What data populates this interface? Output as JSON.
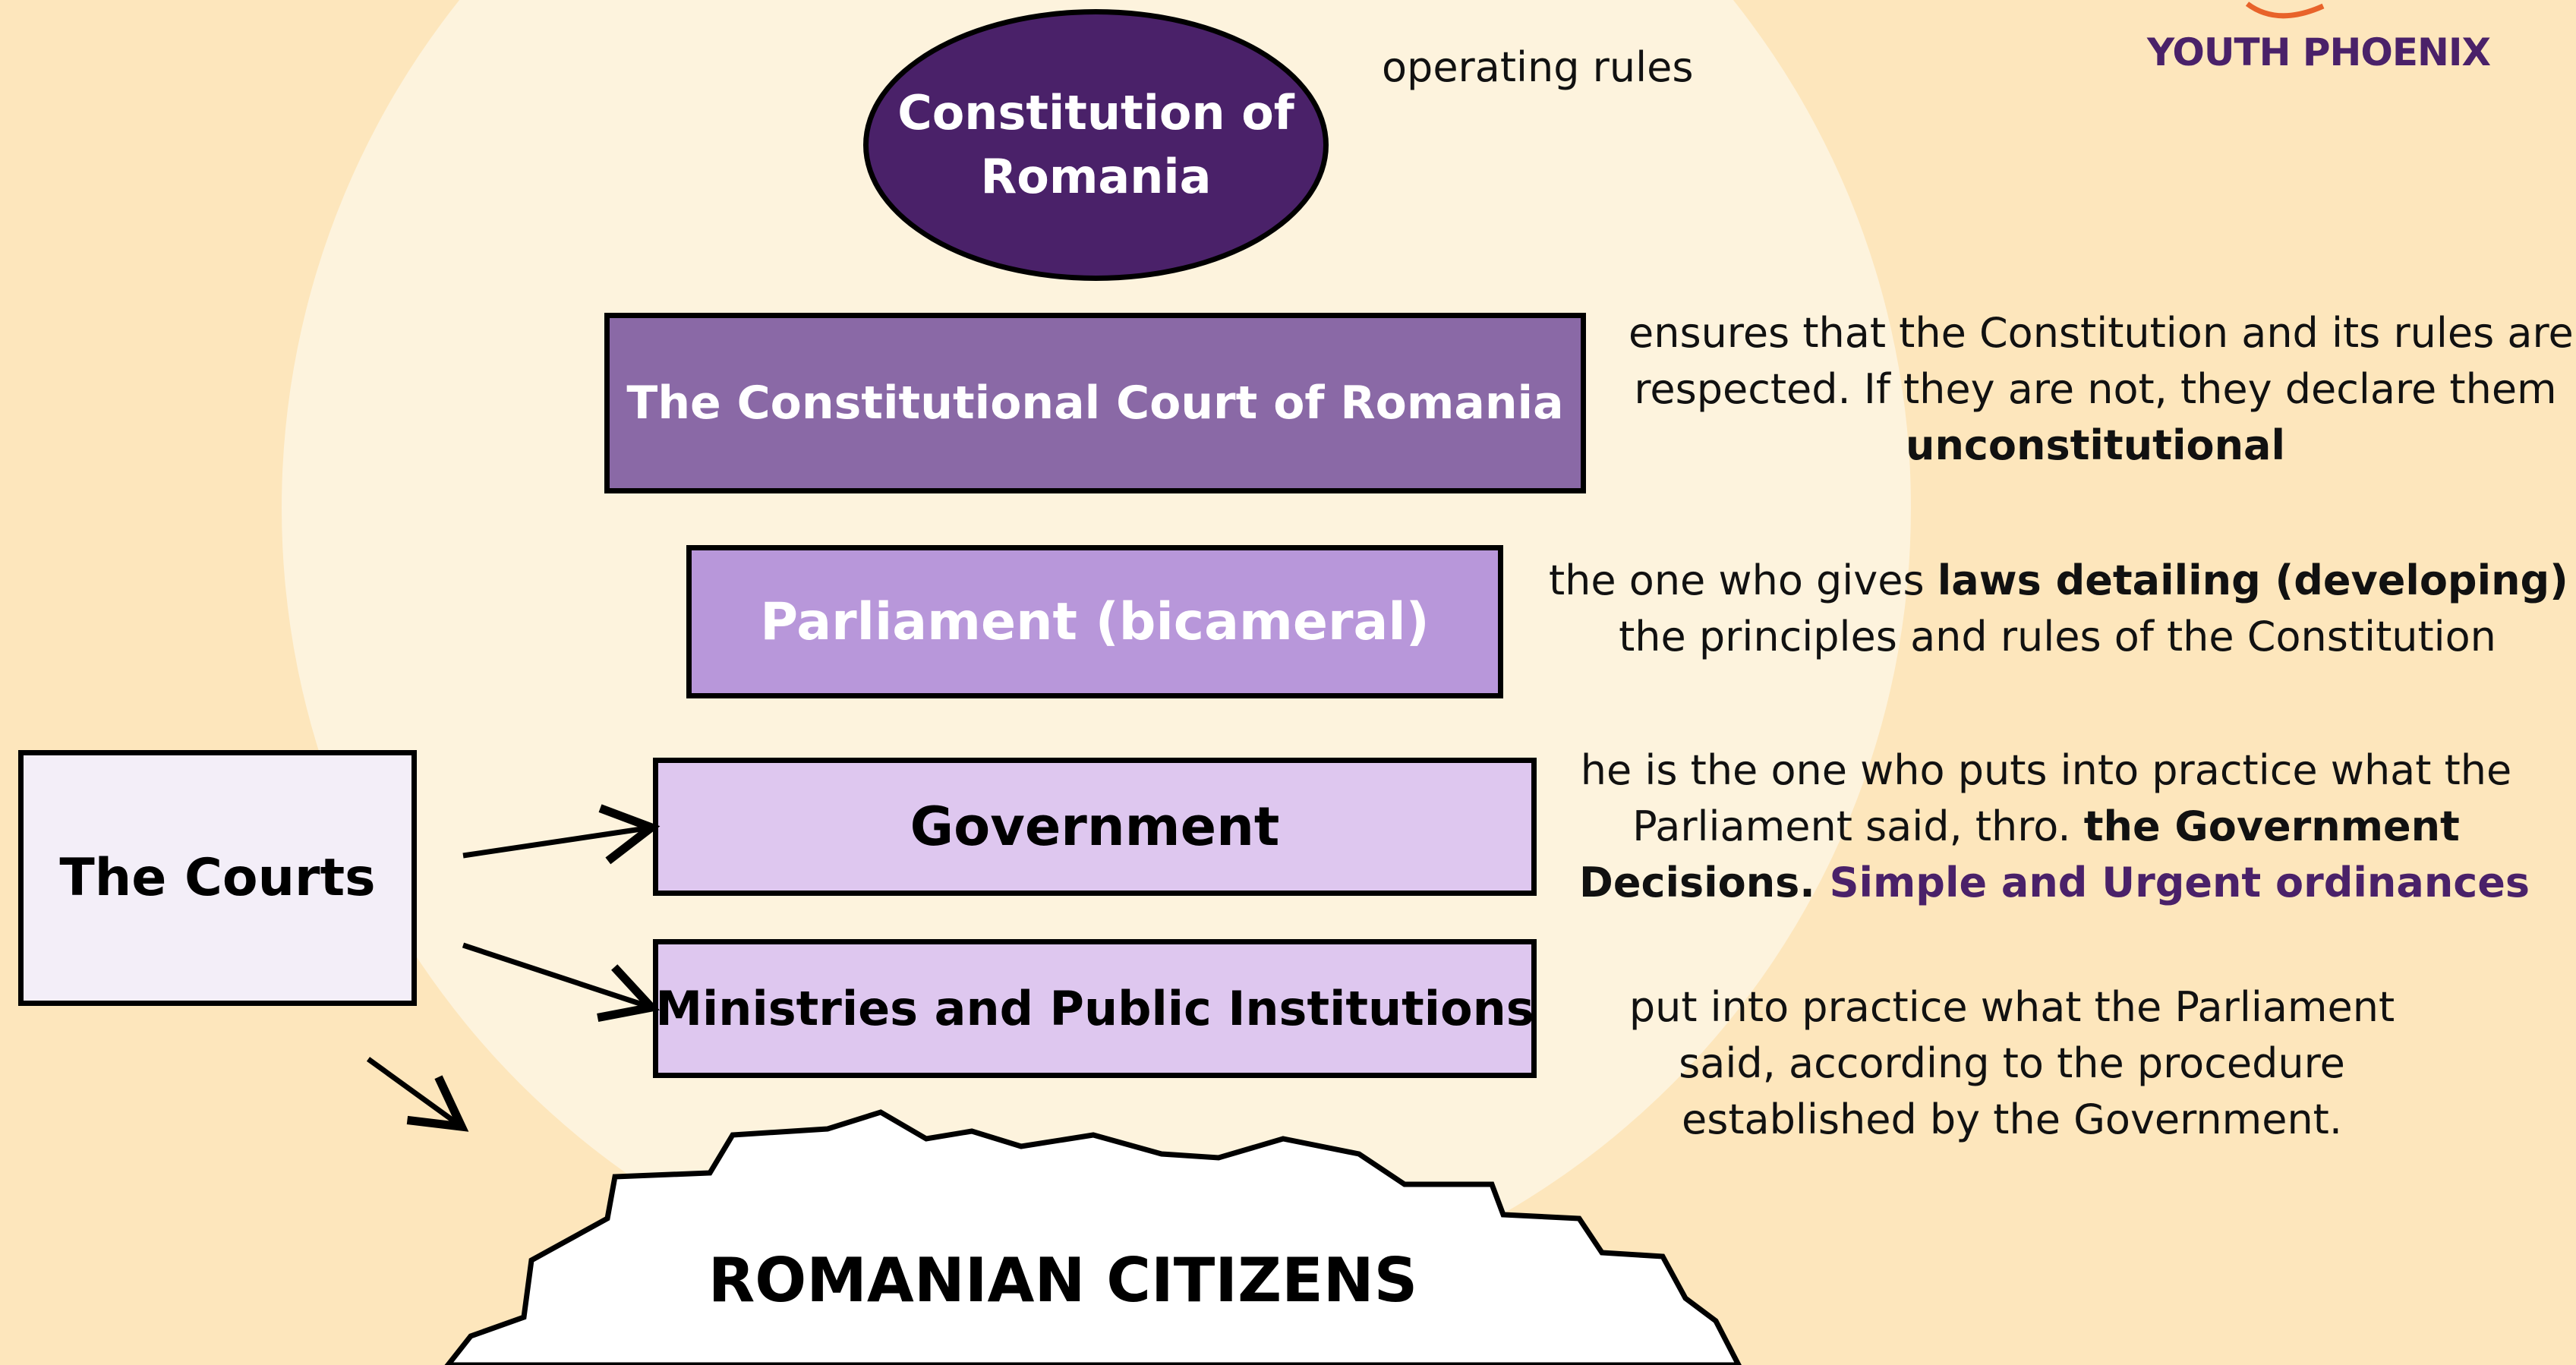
{
  "logo": {
    "text": "YOUTH PHOENIX",
    "colors": {
      "text": "#4a2169",
      "swoosh": "#e8632a"
    }
  },
  "constitution": {
    "line1": "Constitution of",
    "line2": "Romania",
    "description": "operating rules"
  },
  "constitutional_court": {
    "label": "The Constitutional Court of Romania",
    "desc_line1": "ensures that the Constitution and its rules are",
    "desc_line2": "respected. If they are not, they declare them",
    "desc_line3_bold": "unconstitutional"
  },
  "parliament": {
    "label": "Parliament (bicameral)",
    "desc_line1_pre": "the one who gives ",
    "desc_line1_bold": "laws detailing (developing)",
    "desc_line2": "the principles and rules of the Constitution"
  },
  "government": {
    "label": "Government",
    "desc_line1": "he is the one who puts into practice what the",
    "desc_line2_pre": "Parliament said, thro. ",
    "desc_line2_bold": "the Government",
    "desc_line3_bold": "Decisions.",
    "desc_line3_highlight": " Simple and Urgent ordinances"
  },
  "ministries": {
    "label": "Ministries and Public Institutions",
    "desc_line1": "put into practice what the Parliament",
    "desc_line2": "said, according to the procedure",
    "desc_line3": "established by the Government."
  },
  "courts": {
    "label": "The Courts"
  },
  "citizens": {
    "label": "ROMANIAN CITIZENS"
  },
  "colors": {
    "background": "#fde6bc",
    "circle": "#fdf3dd",
    "constitution": "#4a2169",
    "court_box": "#8a69a6",
    "parliament_box": "#b897da",
    "government_box": "#dec7ef",
    "courts_box": "#f3eef8",
    "highlight_text": "#4a2169"
  }
}
